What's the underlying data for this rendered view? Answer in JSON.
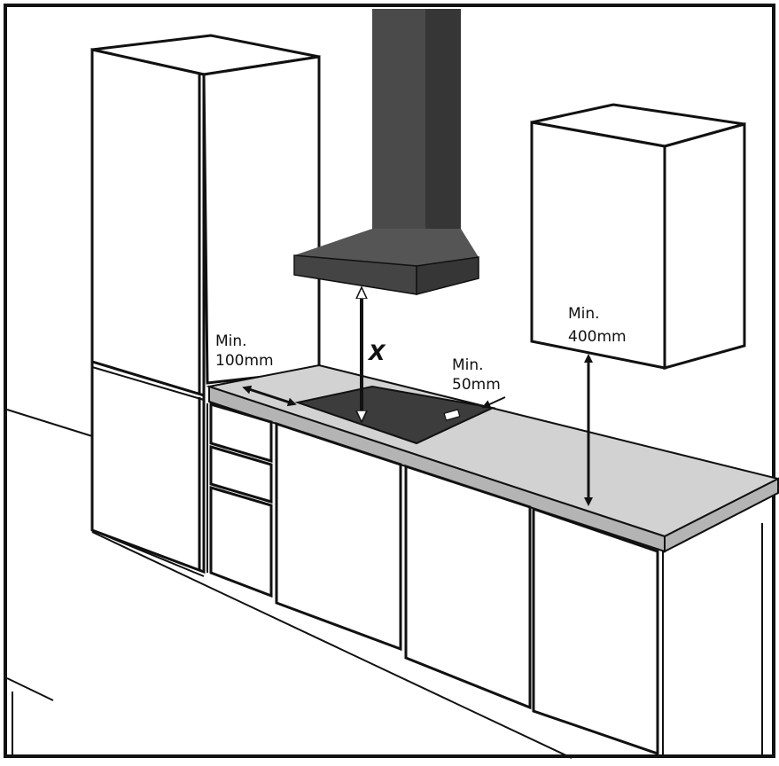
{
  "labels": {
    "side_min": "Min.",
    "side_value": "100mm",
    "hood_height": "X",
    "back_min": "Min.",
    "back_value": "50mm",
    "cabinet_min": "Min.",
    "cabinet_value": "400mm"
  },
  "colors": {
    "outline": "#111111",
    "hood": "#4a4a4a",
    "hood_dark": "#363636",
    "hob": "#3c3c3c",
    "countertop": "#d2d2d2",
    "countertop_edge": "#b4b4b4",
    "white": "#ffffff"
  },
  "icons": {
    "side_clearance": "double-arrow-icon",
    "hood_clearance": "vertical-double-arrow-icon",
    "cabinet_clearance": "vertical-double-arrow-icon",
    "back_clearance": "pointer-arrow-icon"
  }
}
